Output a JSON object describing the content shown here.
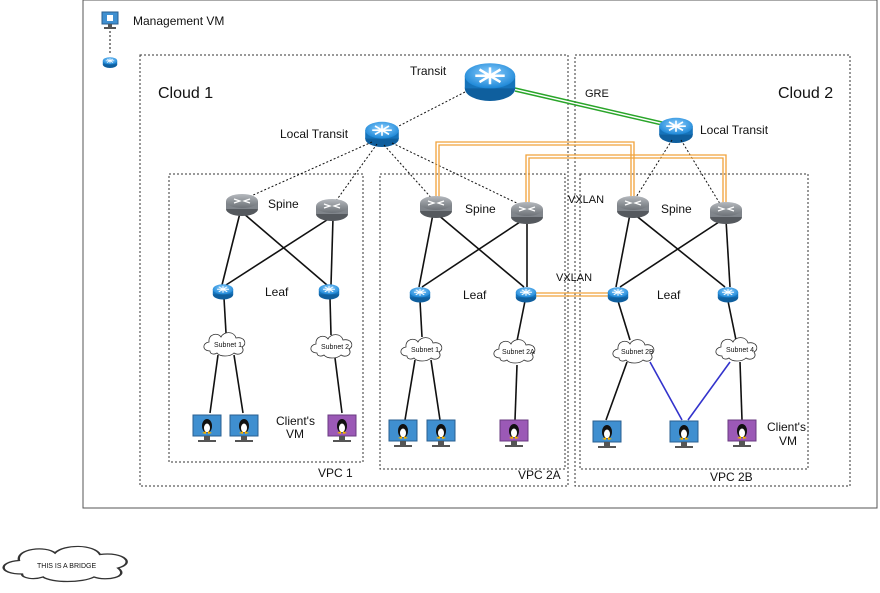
{
  "management": {
    "label": "Management VM"
  },
  "transit": {
    "label": "Transit"
  },
  "gre": {
    "label": "GRE"
  },
  "cloud1": {
    "label": "Cloud 1",
    "local_transit_label": "Local Transit"
  },
  "cloud2": {
    "label": "Cloud 2",
    "local_transit_label": "Local Transit"
  },
  "vxlan": {
    "label_top": "VXLAN",
    "label_bridge": "VXLAN"
  },
  "vpc1": {
    "label": "VPC 1",
    "spine_label": "Spine",
    "leaf_label": "Leaf",
    "subnets": [
      "Subnet 1",
      "Subnet 2"
    ],
    "client_label_line1": "Client's",
    "client_label_line2": "VM"
  },
  "vpc2a": {
    "label": "VPC 2A",
    "spine_label": "Spine",
    "leaf_label": "Leaf",
    "subnets": [
      "Subnet 1",
      "Subnet 2A"
    ]
  },
  "vpc2b": {
    "label": "VPC 2B",
    "spine_label": "Spine",
    "leaf_label": "Leaf",
    "subnets": [
      "Subnet 2B",
      "Subnet 4"
    ],
    "client_label_line1": "Client's",
    "client_label_line2": "VM"
  },
  "bridge_note": {
    "label": "THIS IS A BRIDGE"
  },
  "colors": {
    "router": "#1b86d6",
    "switch": "#7a7f86",
    "gre_line": "#2aa52a",
    "vxlan_line": "#f0a23a",
    "subnet_link": "#3333cc",
    "client_vm": "#9b59b6",
    "vm": "#3f8fd0"
  }
}
